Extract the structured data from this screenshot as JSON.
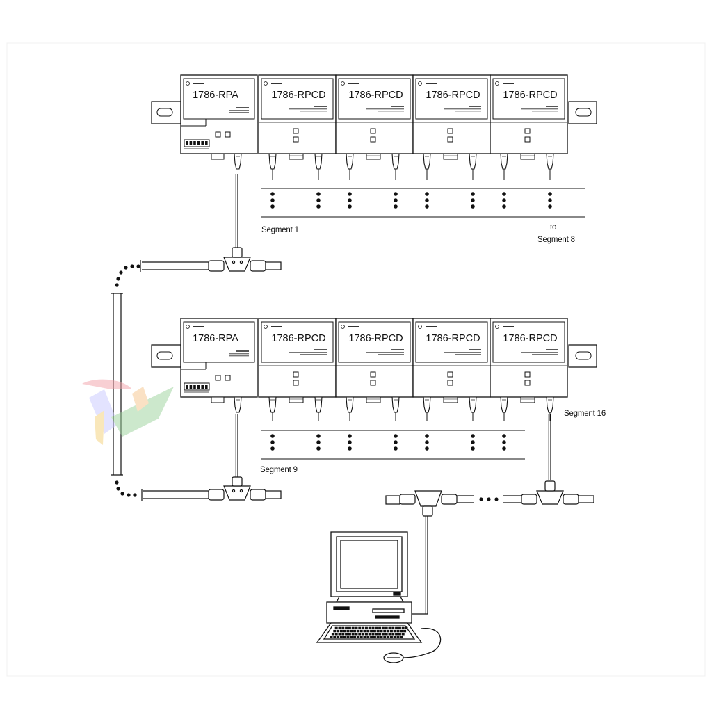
{
  "diagram": {
    "rows": [
      {
        "adapter_label": "1786-RPA",
        "repeater_labels": [
          "1786-RPCD",
          "1786-RPCD",
          "1786-RPCD",
          "1786-RPCD"
        ]
      },
      {
        "adapter_label": "1786-RPA",
        "repeater_labels": [
          "1786-RPCD",
          "1786-RPCD",
          "1786-RPCD",
          "1786-RPCD"
        ]
      }
    ],
    "segment_labels": {
      "segment_1": "Segment 1",
      "to": "to",
      "segment_8": "Segment 8",
      "segment_9": "Segment 9",
      "segment_16": "Segment 16"
    }
  }
}
